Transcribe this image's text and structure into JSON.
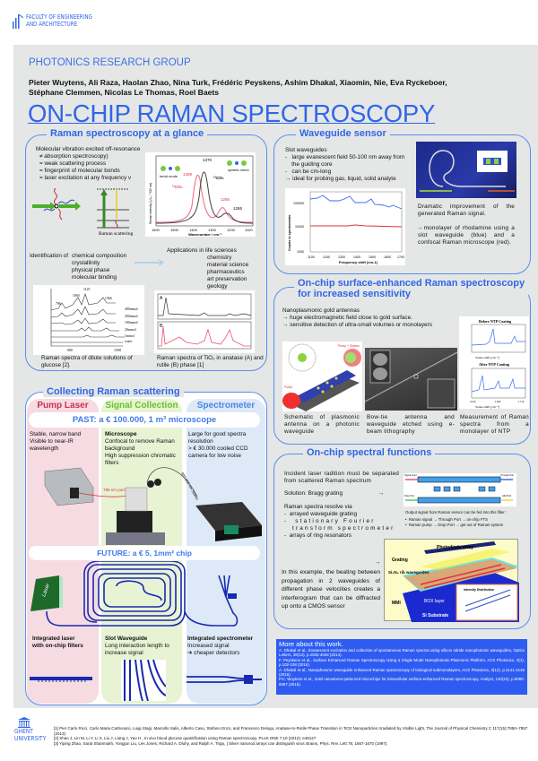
{
  "header": {
    "faculty_line1": "FACULTY OF ENGINEERING",
    "faculty_line2": "AND ARCHITECTURE",
    "group": "PHOTONICS RESEARCH GROUP",
    "authors_line1": "Pieter Wuytens, Ali Raza, Haolan Zhao, Nina Turk, Frédéric Peyskens, Ashim Dhakal, Xiaomin, Nie, Eva Ryckeboer,",
    "authors_line2": "Stéphane Clemmen, Nicolas Le Thomas, Roel Baets",
    "title": "ON-CHIP RAMAN SPECTROSCOPY"
  },
  "glance": {
    "heading": "Raman spectroscopy at a glance",
    "intro": [
      "Molecular vibration excited off-resonance",
      "≠ absorption spectroscopy)",
      "= weak scattering process",
      "= fingerprint of molecular bonds",
      "= laser excitation at any frequency ν"
    ],
    "scatter_label": "Raman scattering",
    "co2_chart": {
      "ylabel": "Raman Intensity (I₀/I₀₀ * 520 nm)",
      "xlabel": "Wavenumber / cm⁻¹",
      "xticks": [
        "1600",
        "1500",
        "1400",
        "1300",
        "1200",
        "1100"
      ],
      "peaks": [
        "1370",
        "1368",
        "1285",
        "1265"
      ],
      "labels": [
        "bend mode",
        "¹³CO₂",
        "¹²CO₂",
        "symetric strech"
      ]
    },
    "identification_label": "Identification of",
    "identification_items": [
      "chemical composition",
      "crystallinity",
      "physical phase",
      "molecular binding"
    ],
    "applications_label": "Applications in life sciences",
    "applications_items": [
      "chemistry",
      "material science",
      "pharmaceutics",
      "art preservation",
      "geology"
    ],
    "glucose_caption": "Raman spectra of dilute solutions of glucose [2].",
    "glucose_chart": {
      "peaks": [
        "1060",
        "1125",
        "1366",
        "796"
      ],
      "xticks": [
        "900",
        "1500"
      ],
      "series": [
        "400mmol",
        "200mmol",
        "100mmol",
        "20mmol",
        "1mmol",
        "water"
      ]
    },
    "tio2_caption": "Raman spectra of TiO₂  in anatase (A) and rutile (B) phase [1]",
    "tio2_panels": [
      "A",
      "B"
    ]
  },
  "waveguide": {
    "heading": "Waveguide sensor",
    "lines": [
      "Slot waveguides",
      "-   large evanescent field 50-100 nm away from",
      "    the guiding core",
      "-   can be cm-long",
      "→ ideal for probing gas, liquid, solid analyte"
    ],
    "chart": {
      "ylabel": "Counts in spectrometer",
      "xlabel": "Frequency shift (cm-1)",
      "yticks": [
        "100000",
        "10000",
        "1000"
      ],
      "xticks": [
        "1100",
        "1200",
        "1300",
        "1400",
        "1500",
        "1600",
        "1700"
      ],
      "colors": {
        "waveguide": "#3b6cf0",
        "confocal": "#e03030"
      }
    },
    "desc1": "Dramatic improvement of the generated Raman signal.",
    "desc2": "←monolayer of rhodamine using a slot waveguide (blue) and a confocal Raman microscope (red)."
  },
  "sers": {
    "heading_line1": "On-chip surface-enhanced Raman spectroscopy",
    "heading_line2": "for increased sensitivity",
    "lines": [
      "Nanoplasmonic gold antennas",
      "→  huge electromagnetic field close to gold surface.",
      "→  sensitive detection of ultra-small volumes or monolayers"
    ],
    "captions": [
      "Schematic of plasmonic antenna on a photonic waveguide",
      "Bow-tie antenna and waveguide etched using e-beam lithography",
      "Measurement of Raman spectra from a monolayer of NTP"
    ],
    "ntp_titles": [
      "Before NTP Coating",
      "After NTP Coating"
    ],
    "ntp_xlabel": "Stokes shift [cm⁻¹]",
    "ntp_xticks": [
      "1010",
      "1360",
      "1710"
    ],
    "pump_label": "Pump",
    "pump_stokes": "Pump + Stokes"
  },
  "collecting": {
    "heading": "Collecting Raman scattering",
    "columns": [
      "Pump Laser",
      "Signal Collection",
      "Spectrometer"
    ],
    "past": "PAST: a € 100.000, 1 m³ microscope",
    "laser_text": [
      "Stable, narrow band",
      "Visible to near-IR",
      "wavelength"
    ],
    "microscope_title": "Microscope",
    "microscope_text": [
      "Confocal to remove Raman",
      "background",
      "High suppression chromatic",
      "filters"
    ],
    "spectrometer_text": [
      "Large for good spectra",
      "resolution",
      "> € 30.000 cooled CCD",
      "camera for low noise"
    ],
    "pump_label": "785 nm pump",
    "stokes_label": "800-950 nm Stokes",
    "future": "FUTURE: a € 5, 1mm² chip",
    "laser_chip_label": "Laser",
    "laser_caption": [
      "Integrated laser",
      "with on-chip filters"
    ],
    "waveguide_title": "Slot Waveguide",
    "waveguide_text": [
      "Long interaction length to",
      "increase signal"
    ],
    "spectrometer_title": "Integrated spectrometer",
    "spectrometer_caption": [
      "Increased signal",
      "➔ cheaper detectors"
    ]
  },
  "spectral": {
    "heading": "On-chip spectral functions",
    "p1": "Incident laser radition must be separated from scattered Raman spectrum",
    "solution": "Solution: Bragg grating",
    "arrow": "→",
    "resolve_title": "Raman spectra resolve via",
    "resolve_items": [
      "arrayed waveguide grating",
      "stationary Fourier transform spectrometer",
      "arrays of ring resonators"
    ],
    "filter_caption": "Output signal from Raman sensor can be fed into this filter :",
    "filter_bullets": [
      "Raman signal → Through Port → on-chip FTS",
      "Raman pump → Drop Port → get out of Raman system"
    ],
    "filter_ports": [
      "Signal Input",
      "Through Port",
      "Drop Port",
      "Add Port"
    ],
    "example": "In this example, the beating between propagation in 2 waveguides of different phase velocities creates a interferogram that can be diffracted up onto a CMOS sensor",
    "chip_labels": [
      "Photodiode array",
      "Grating",
      "Si₃N₄ rib waveguides",
      "MMI",
      "BOX layer",
      "Si Substrate",
      "Intensity Distribution"
    ]
  },
  "more": {
    "title": "More about this work.",
    "refs": [
      "A. Dhakal et al., Evanescent excitation and collection of spontaneous Raman spectra using silicon nitride nanophotonic waveguides, Optics Letters, 39(13), p.4025-4028 (2014).",
      "F. Peyskens et al., Surface Enhanced Raman Spectroscopy Using a Single Mode Nanophotonic-Plasmonic Platform, ACS Photonics, 3(1), p.102-108 (2016).",
      "A. Dhakal et al., Nanophotonic waveguide enhanced Raman spectroscopy of biological submonolayers, ACS Photonics, 3(12), p.2141-2149 (2016).",
      "P.C. Wuytens et al., Gold nanodome-patterned microchips for intracellular surface-enhanced Raman spectroscopy, Analyst, 140(24), p.8080-8087 (2015)."
    ]
  },
  "footer": {
    "ghent1": "GHENT",
    "ghent2": "UNIVERSITY",
    "refs": [
      "[1] Pier Carlo Ricci, Carlo Maria Carbonaro, Luigi Stagi, Marcello Salis, Alberto Casu, Stefano Enzo, and  Francesco  Delogu, Anatase-to-Rutile Phase Transition in TiO2 Nanoparticles Irradiated by Visible Light, The Journal of Physical Chemistry C 117(15):7850–7857 (2013)",
      "[2] Shao J, Lin M, Li Y, Li X, Liu J, Liang J, Yao H , In vivo blood glucose quantification using Raman spectroscopy, PLoS ONE 7.10 (2012): e48127.",
      "[3] Yiping Zhao, Sarat Shanmukh, Yongjun Liu, Les Jones, Richard A. Dluhy, and Ralph A. Tripp, ] Silver nanorod arrays can distinguish virus strains, Phys. Rev. Lett 78, 1667-1670 (1997)."
    ]
  },
  "colors": {
    "accent": "#2f66e8",
    "panel": "#e5e7e6",
    "more_bg": "#2e5cf2",
    "pink": "#f6dbe3",
    "green": "#e7f3d3",
    "blue": "#dde9f7"
  }
}
